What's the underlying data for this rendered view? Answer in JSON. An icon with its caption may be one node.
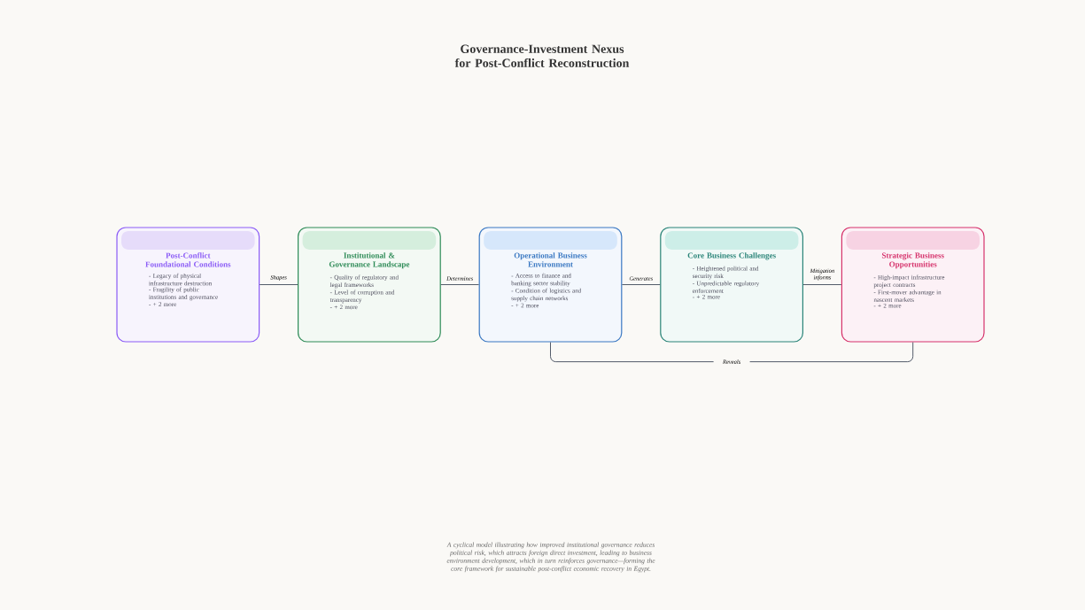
{
  "diagram": {
    "title": "Governance-Investment Nexus for Post-Conflict Reconstruction",
    "caption": "A cyclical model illustrating how improved institutional governance reduces political risk, which attracts foreign direct investment, leading to business environment development, which in turn reinforces governance—forming the core framework for sustainable post-conflict economic recovery in Egypt.",
    "nodes": [
      {
        "text": [
          "Post-Conflict Foundational Conditions",
          "- Legacy of physical infrastructure destruction",
          "- Fragility of public institutions and governance",
          "- + 2 more"
        ]
      },
      {
        "text": [
          "Institutional & Governance Landscape",
          "- Quality of regulatory and legal frameworks",
          "- Level of corruption and transparency",
          "- + 2 more"
        ]
      },
      {
        "text": [
          "Operational Business Environment",
          "- Access to finance and banking sector stability",
          "- Condition of logistics and supply chain networks",
          "- + 2 more"
        ]
      },
      {
        "text": [
          "Core Business Challenges",
          "- Heightened political and security risk",
          "- Unpredictable regulatory enforcement",
          "- + 2 more"
        ]
      },
      {
        "text": [
          "Strategic Business Opportunities",
          "- High-impact infrastructure project contracts",
          "- First-mover advantage in nascent markets",
          "- + 2 more"
        ]
      }
    ],
    "edges": [
      {
        "from": 0,
        "to": 1,
        "label": "Shapes",
        "arrow": "none"
      },
      {
        "from": 1,
        "to": 2,
        "label": "Determines",
        "arrow": "none"
      },
      {
        "from": 2,
        "to": 3,
        "label": "Generates",
        "arrow": "none"
      },
      {
        "from": 2,
        "to": 4,
        "label": "Reveals",
        "arrow": "none"
      },
      {
        "from": 3,
        "to": 4,
        "label": "Mitigation informs",
        "arrow": "none"
      }
    ]
  }
}
